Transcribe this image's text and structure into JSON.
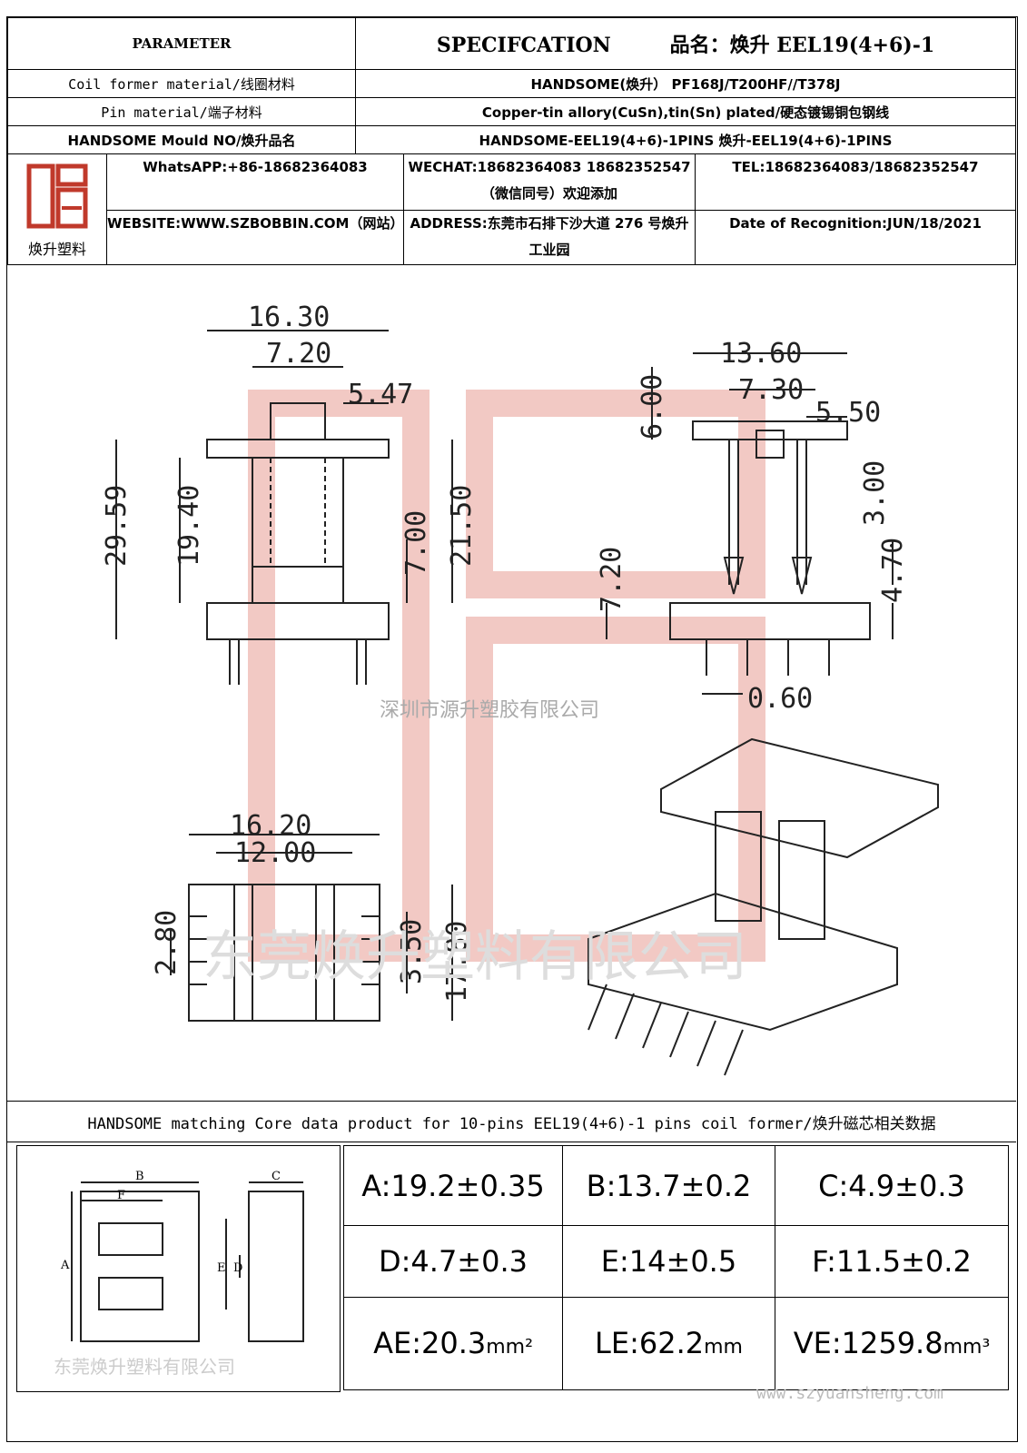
{
  "header": {
    "parameter": "PARAMETER",
    "specification": "SPECIFCATION",
    "product_name": "品名：焕升 EEL19(4+6)-1"
  },
  "rows": [
    {
      "label": "Coil former material/线圈材料",
      "value": "HANDSOME(焕升） PF168J/T200HF//T378J"
    },
    {
      "label": "Pin material/端子材料",
      "value": "Copper-tin allory(CuSn),tin(Sn) plated/硬态镀锡铜包钢线"
    },
    {
      "label": "HANDSOME Mould NO/焕升品名",
      "value": "HANDSOME-EEL19(4+6)-1PINS 焕升-EEL19(4+6)-1PINS"
    }
  ],
  "contact": {
    "logo_text": "焕升塑料",
    "whatsapp": "WhatsAPP:+86-18682364083",
    "wechat": "WECHAT:18682364083 18682352547（微信同号）欢迎添加",
    "tel": "TEL:18682364083/18682352547",
    "website": "WEBSITE:WWW.SZBOBBIN.COM（网站）",
    "address": "ADDRESS:东莞市石排下沙大道 276 号焕升工业园",
    "date": "Date of Recognition:JUN/18/2021"
  },
  "drawing": {
    "front": {
      "a": "16.30",
      "b": "7.20",
      "c": "5.47",
      "d": "29.59",
      "e": "19.40",
      "f": "7.00",
      "g": "21.50"
    },
    "side": {
      "h": "13.60",
      "i": "7.30",
      "j": "5.50",
      "k": "6.00",
      "l": "7.20",
      "m": "0.60",
      "n": "4.70",
      "o": "3.00"
    },
    "bottom": {
      "p": "16.20",
      "q": "12.00",
      "r": "2.80",
      "s": "3.50",
      "t": "17.80"
    },
    "watermark_1": "深圳市源升塑胶有限公司",
    "watermark_2": "东莞焕升塑料有限公司"
  },
  "core": {
    "title": "HANDSOME matching Core data  product for 10-pins EEL19(4+6)-1 pins coil former/焕升磁芯相关数据",
    "cells": [
      [
        "A:19.2±0.35",
        "B:13.7±0.2",
        "C:4.9±0.3"
      ],
      [
        "D:4.7±0.3",
        "E:14±0.5",
        "F:11.5±0.2"
      ]
    ],
    "ae": "AE:20.3",
    "ae_unit": "mm²",
    "le": "LE:62.2",
    "le_unit": "mm",
    "ve": "VE:1259.8",
    "ve_unit": "mm³",
    "diagram_labels": {
      "a": "A",
      "b": "B",
      "c": "C",
      "d": "D",
      "e": "E",
      "f": "F"
    },
    "watermark": "东莞焕升塑料有限公司",
    "site": "www.szyuansheng.com"
  }
}
